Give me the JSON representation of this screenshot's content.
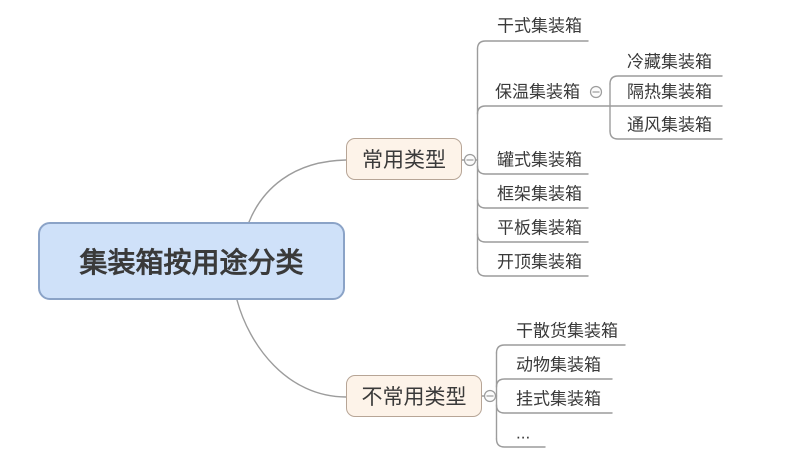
{
  "colors": {
    "root_fill": "#cfe1f9",
    "root_border": "#8ba3c7",
    "branch_fill": "#fdf3e9",
    "branch_border": "#b7a596",
    "connector_line": "#9c9c9c",
    "text": "#3a3a3a"
  },
  "icons": {
    "collapse": "collapse-minus-icon"
  },
  "mindmap": {
    "root": {
      "label": "集装箱按用途分类"
    },
    "branches": [
      {
        "label": "常用类型",
        "collapsed": false,
        "children": [
          {
            "label": "干式集装箱"
          },
          {
            "label": "保温集装箱",
            "collapsed": false,
            "children": [
              {
                "label": "冷藏集装箱"
              },
              {
                "label": "隔热集装箱"
              },
              {
                "label": "通风集装箱"
              }
            ]
          },
          {
            "label": "罐式集装箱"
          },
          {
            "label": "框架集装箱"
          },
          {
            "label": "平板集装箱"
          },
          {
            "label": "开顶集装箱"
          }
        ]
      },
      {
        "label": "不常用类型",
        "collapsed": false,
        "children": [
          {
            "label": "干散货集装箱"
          },
          {
            "label": "动物集装箱"
          },
          {
            "label": "挂式集装箱"
          },
          {
            "label": "..."
          }
        ]
      }
    ]
  }
}
